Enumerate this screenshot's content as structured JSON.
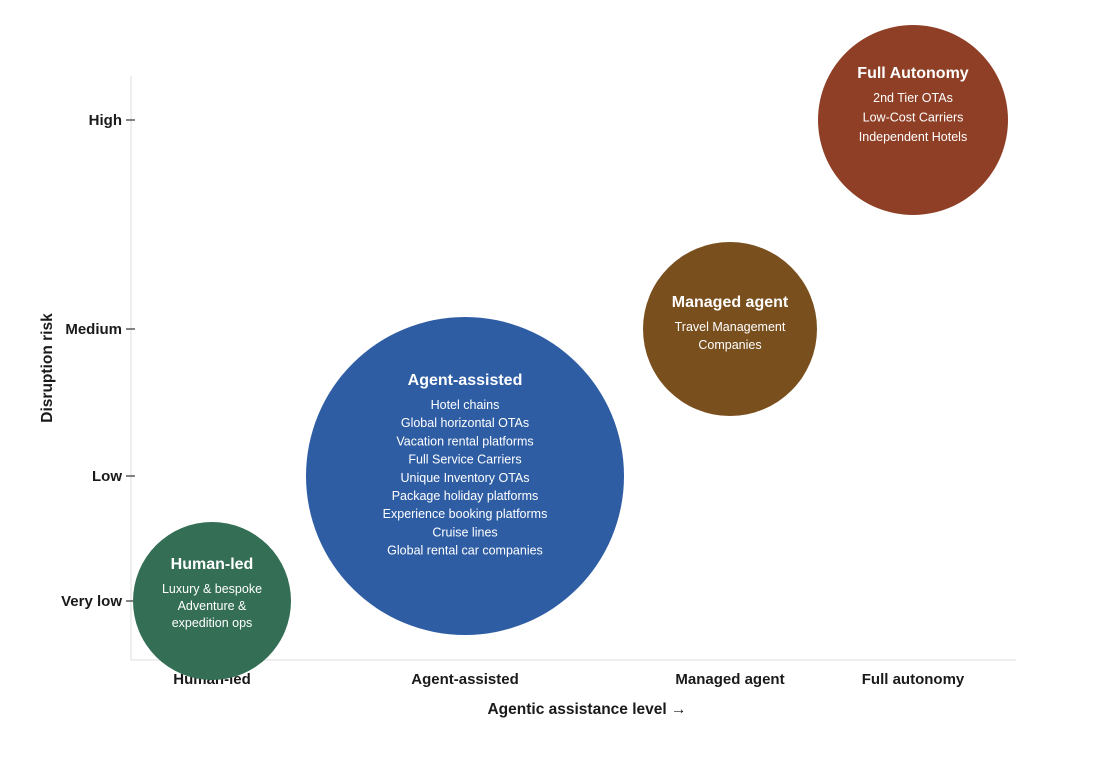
{
  "chart_data": {
    "type": "scatter",
    "title": "",
    "xlabel": "Agentic assistance level →",
    "ylabel": "Disruption risk",
    "x_categories": [
      "Human-led",
      "Agent-assisted",
      "Managed agent",
      "Full autonomy"
    ],
    "y_categories": [
      "Very low",
      "Low",
      "Medium",
      "High"
    ],
    "grid": false,
    "series": [
      {
        "name": "Human-led",
        "x": "Human-led",
        "y": "Very low",
        "size": 3,
        "color": "#336e55",
        "items": [
          "Luxury & bespoke",
          "Adventure &",
          "expedition ops"
        ]
      },
      {
        "name": "Agent-assisted",
        "x": "Agent-assisted",
        "y": "Low",
        "size": 9,
        "color": "#2e5da4",
        "items": [
          "Hotel chains",
          "Global horizontal OTAs",
          "Vacation rental platforms",
          "Full Service Carriers",
          "Unique Inventory OTAs",
          "Package holiday platforms",
          "Experience booking platforms",
          "Cruise lines",
          "Global rental car companies"
        ]
      },
      {
        "name": "Managed agent",
        "x": "Managed agent",
        "y": "Medium",
        "size": 2,
        "color": "#7a4f1e",
        "items": [
          "Travel Management",
          "Companies"
        ]
      },
      {
        "name": "Full Autonomy",
        "x": "Full autonomy",
        "y": "High",
        "size": 3,
        "color": "#8f3f25",
        "items": [
          "2nd Tier OTAs",
          "Low-Cost Carriers",
          "Independent Hotels"
        ]
      }
    ]
  }
}
